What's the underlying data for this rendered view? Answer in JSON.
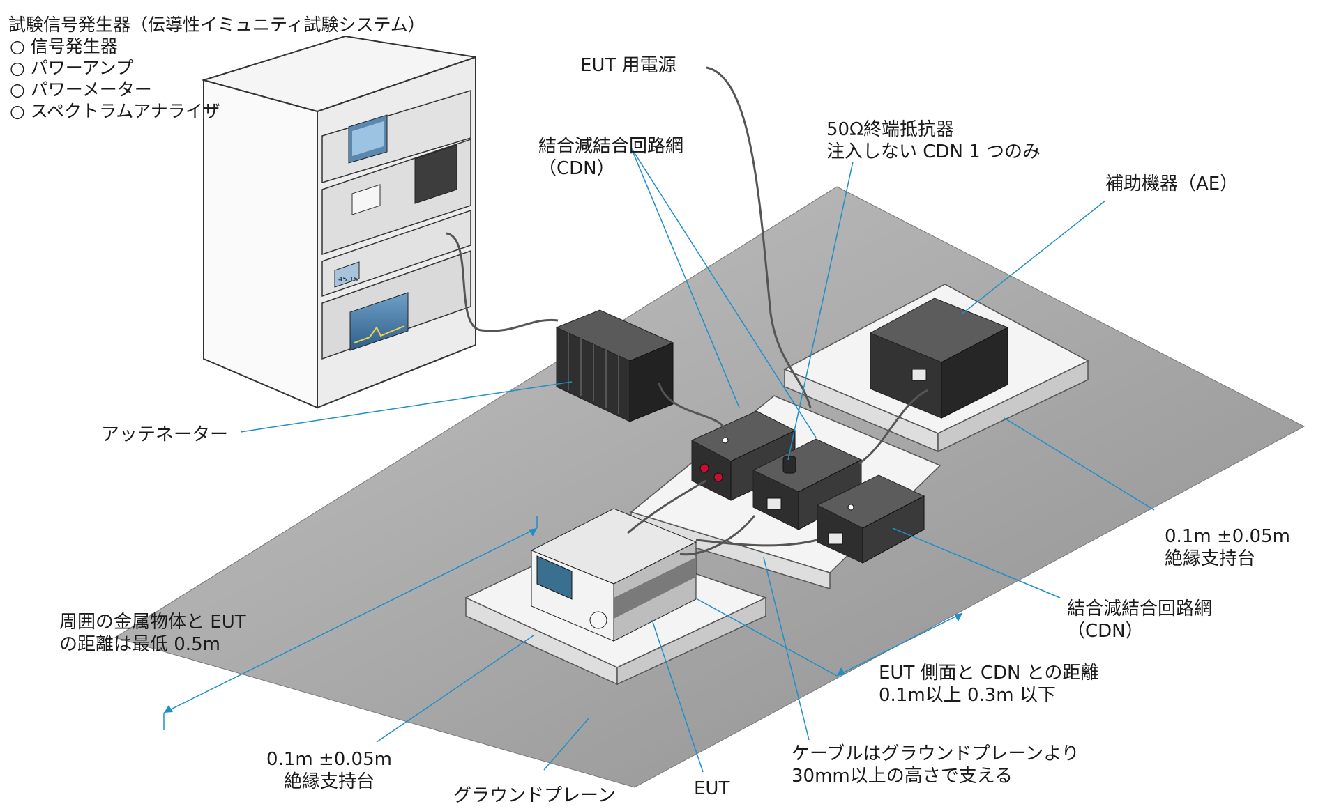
{
  "title": "試験信号発生器（伝導性イミュニティ試験システム）",
  "equipment_list": [
    "○ 信号発生器",
    "○ パワーアンプ",
    "○ パワーメーター",
    "○ スペクトラムアナライザ"
  ],
  "labels": {
    "eut_power": "EUT 用電源",
    "cdn_top": [
      "結合減結合回路網",
      "（CDN）"
    ],
    "terminator": [
      "50Ω終端抵抗器",
      "注入しない CDN 1 つのみ"
    ],
    "ae": "補助機器（AE）",
    "attenuator": "アッテネーター",
    "support_right": [
      "0.1m ±0.05m",
      "絶縁支持台"
    ],
    "cdn_right": [
      "結合減結合回路網",
      "（CDN）"
    ],
    "metal_distance": [
      "周囲の金属物体と EUT",
      "の距離は最低 0.5m"
    ],
    "eut_cdn_distance": [
      "EUT 側面と CDN との距離",
      "0.1m以上 0.3m 以下"
    ],
    "support_bottom": [
      "0.1m ±0.05m",
      "絶縁支持台"
    ],
    "ground_plane": "グラウンドプレーン",
    "eut": "EUT",
    "cable_height": [
      "ケーブルはグラウンドプレーンより",
      "30mm以上の高さで支える"
    ]
  },
  "analyzer_readout": "45.15",
  "colors": {
    "ground_plane": "#a7a7a7",
    "leader_line": "#1f8fc8",
    "device_dark": "#2b2b2b",
    "support": "#f2f2f2",
    "eut_screen": "#3b6f8f",
    "terminal_red": "#c8102e"
  }
}
